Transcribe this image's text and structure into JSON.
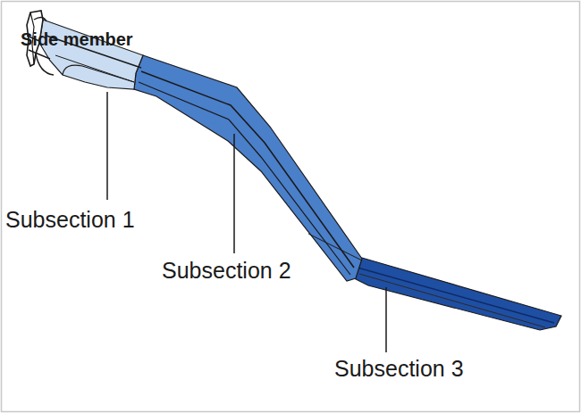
{
  "diagram": {
    "title": "Side member",
    "labels": [
      "Subsection 1",
      "Subsection 2",
      "Subsection 3"
    ]
  }
}
